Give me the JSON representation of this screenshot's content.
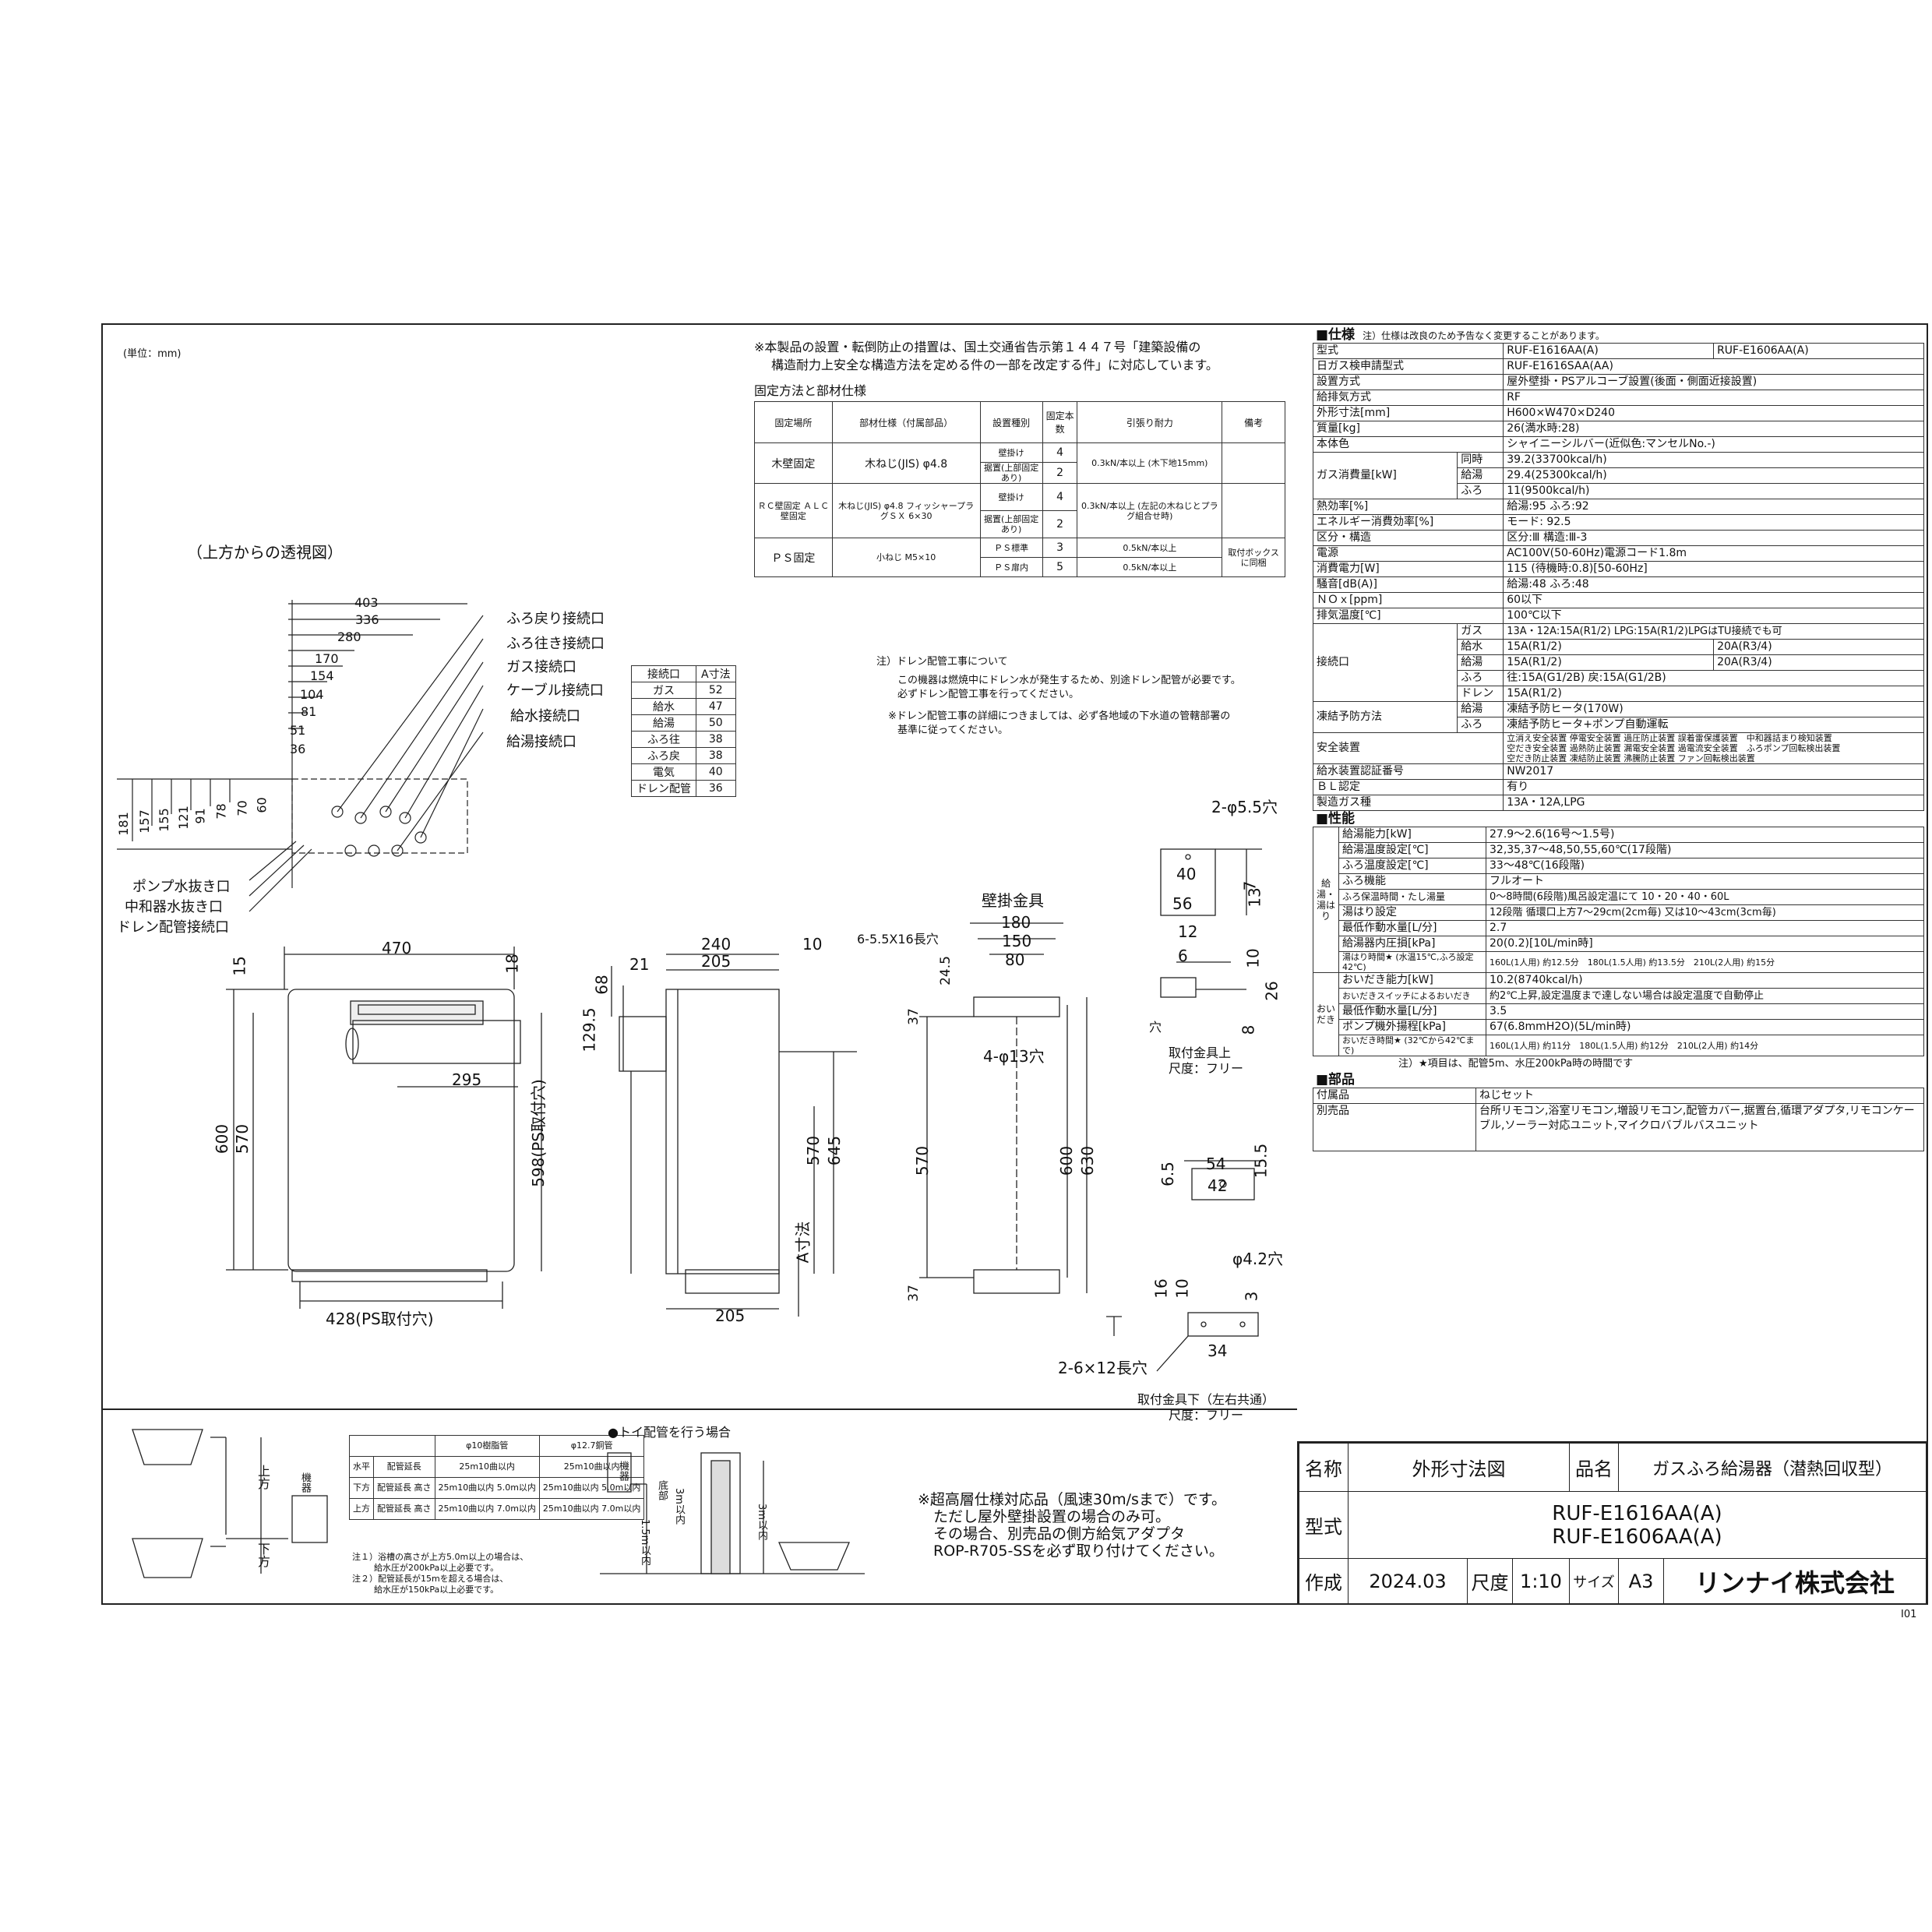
{
  "unit_note": "(単位：mm)",
  "top_view_label": "（上方からの透視図）",
  "notice": [
    "※本製品の設置・転倒防止の措置は、国土交通省告示第１４４７号「建築設備の",
    "構造耐力上安全な構造方法を定める件の一部を改定する件」に対応しています。"
  ],
  "fix_title": "固定方法と部材仕様",
  "fix_table": {
    "headers": [
      "固定場所",
      "部材仕様（付属部品）",
      "設置種別",
      "固定本数",
      "引張り耐力",
      "備考"
    ],
    "rows": [
      {
        "place": "木壁固定",
        "part": "木ねじ(JIS) φ4.8",
        "type1": "壁掛け",
        "n1": "4",
        "type2": "据置(上部固定あり)",
        "n2": "2",
        "str": "0.3kN/本以上 (木下地15mm)",
        "note": ""
      },
      {
        "place": "ＲＣ壁固定 ＡＬＣ壁固定",
        "part": "木ねじ(JIS) φ4.8 フィッシャープラグＳＸ 6×30",
        "type1": "壁掛け",
        "n1": "4",
        "type2": "据置(上部固定あり)",
        "n2": "2",
        "str": "0.3kN/本以上 (左記の木ねじとプラグ組合せ時)",
        "note": ""
      },
      {
        "place": "ＰＳ固定",
        "part": "小ねじ M5×10",
        "type1": "ＰＳ標準",
        "n1": "3",
        "type2": "ＰＳ扉内",
        "n2": "5",
        "str": "0.5kN/本以上",
        "note": "取付ボックスに同梱"
      }
    ]
  },
  "drain_note": [
    "注）ドレン配管工事について",
    "この機器は燃焼中にドレン水が発生するため、別途ドレン配管が必要です。",
    "必ずドレン配管工事を行ってください。",
    "※ドレン配管工事の詳細につきましては、必ず各地域の下水道の管轄部署の",
    "基準に従ってください。"
  ],
  "a_dims": {
    "headers": [
      "接続口",
      "A寸法"
    ],
    "rows": [
      [
        "ガス",
        "52"
      ],
      [
        "給水",
        "47"
      ],
      [
        "給湯",
        "50"
      ],
      [
        "ふろ往",
        "38"
      ],
      [
        "ふろ戻",
        "38"
      ],
      [
        "電気",
        "40"
      ],
      [
        "ドレン配管",
        "36"
      ]
    ]
  },
  "callouts": [
    "ふろ戻り接続口",
    "ふろ往き接続口",
    "ガス接続口",
    "ケーブル接続口",
    "給水接続口",
    "給湯接続口",
    "ポンプ水抜き口",
    "中和器水抜き口",
    "ドレン配管接続口"
  ],
  "top_dims": [
    "403",
    "336",
    "280",
    "170",
    "154",
    "104",
    "81",
    "51",
    "36"
  ],
  "side_dims": [
    "181",
    "157",
    "155",
    "121",
    "91",
    "78",
    "70",
    "60"
  ],
  "front": {
    "w": "470",
    "l": "15",
    "r": "18",
    "h1": "600",
    "h2": "570",
    "ps": "598(PS取付穴)",
    "mid": "295",
    "bottom": "428(PS取付穴)"
  },
  "side": {
    "w1": "240",
    "w2": "205",
    "w3": "10",
    "w4": "21",
    "h1": "68",
    "h2": "129.5",
    "h3": "570",
    "h4": "645",
    "a": "A寸法",
    "b": "205"
  },
  "bracket_title": "壁掛金具",
  "bracket": {
    "slot": "6-5.5X16長穴",
    "d1": "180",
    "d2": "150",
    "d3": "80",
    "d4": "24.5",
    "d5": "37",
    "d6": "4-φ13穴",
    "h1": "570",
    "h2": "600",
    "h3": "630",
    "d7": "37"
  },
  "det_upper": {
    "hole": "2-φ5.5穴",
    "a": "40",
    "b": "56",
    "c": "7",
    "d": "13",
    "e": "12",
    "f": "6",
    "g": "10",
    "h": "26",
    "i": "8",
    "hole2": "穴",
    "cap": "取付金具上",
    "scale": "尺度：フリー"
  },
  "det_mid": {
    "a": "54",
    "b": "42",
    "c": "6.5",
    "d": "15.5",
    "hole": "φ4.2穴"
  },
  "det_lower": {
    "a": "16",
    "b": "10",
    "c": "3",
    "d": "34",
    "hole": "2-6×12長穴",
    "cap": "取付金具下（左右共通）",
    "scale": "尺度：フリー"
  },
  "pipe_table": {
    "headers": [
      "",
      "",
      "φ10樹脂管",
      "φ12.7銅管"
    ],
    "rows": [
      [
        "水平",
        "配管延長",
        "25m10曲以内",
        "25m10曲以内"
      ],
      [
        "下方",
        "配管延長 高さ",
        "25m10曲以内 5.0m以内",
        "25m10曲以内 5.0m以内"
      ],
      [
        "上方",
        "配管延長 高さ",
        "25m10曲以内 7.0m以内",
        "25m10曲以内 7.0m以内"
      ]
    ]
  },
  "pipe_notes": [
    "注１）浴槽の高さが上方5.0m以上の場合は、",
    "給水圧が200kPa以上必要です。",
    "注２）配管延長が15mを超える場合は、",
    "給水圧が150kPa以上必要です。"
  ],
  "bath_labels": {
    "up": "上方",
    "down": "下方",
    "unit": "機器"
  },
  "toy_title": "●トイ配管を行う場合",
  "toy_labels": [
    "機器",
    "底部",
    "1.5m以内",
    "3m以内",
    "3m以内"
  ],
  "high_notes": [
    "※超高層仕様対応品（風速30m/sまで）です。",
    "ただし屋外壁掛設置の場合のみ可。",
    "その場合、別売品の側方給気アダプタ",
    "ROP-R705-SSを必ず取り付けてください。"
  ],
  "title_block": {
    "name_label": "名称",
    "name": "外形寸法図",
    "prod_label": "品名",
    "prod": "ガスふろ給湯器（潜熱回収型）",
    "model_label": "型式",
    "model1": "RUF-E1616AA(A)",
    "model2": "RUF-E1606AA(A)",
    "made_label": "作成",
    "date": "2024.03",
    "scale_label": "尺度",
    "scale": "1:10",
    "size_label": "サイズ",
    "size": "A3",
    "company": "リンナイ株式会社"
  },
  "page_no": "I01",
  "spec": {
    "title": "■仕様",
    "note": "注）仕様は改良のため予告なく変更することがあります。",
    "rows": [
      [
        "型式",
        "RUF-E1616AA(A)",
        "RUF-E1606AA(A)"
      ],
      [
        "日ガス検申請型式",
        "RUF-E1616SAA(AA)",
        ""
      ],
      [
        "設置方式",
        "屋外壁掛・PSアルコーブ設置(後面・側面近接設置)",
        ""
      ],
      [
        "給排気方式",
        "RF",
        ""
      ],
      [
        "外形寸法[mm]",
        "H600×W470×D240",
        ""
      ],
      [
        "質量[kg]",
        "26(満水時:28)",
        ""
      ],
      [
        "本体色",
        "シャイニーシルバー(近似色:マンセルNo.-)",
        ""
      ]
    ],
    "gas": {
      "label": "ガス消費量[kW]",
      "rows": [
        [
          "同時",
          "39.2(33700kcal/h)"
        ],
        [
          "給湯",
          "29.4(25300kcal/h)"
        ],
        [
          "ふろ",
          "11(9500kcal/h)"
        ]
      ]
    },
    "rows2": [
      [
        "熱効率[%]",
        "給湯:95 ふろ:92"
      ],
      [
        "エネルギー消費効率[%]",
        "モード: 92.5"
      ],
      [
        "区分・構造",
        "区分:Ⅲ 構造:Ⅲ-3"
      ],
      [
        "電源",
        "AC100V(50-60Hz)電源コード1.8m"
      ],
      [
        "消費電力[W]",
        "115 (待機時:0.8)[50-60Hz]"
      ],
      [
        "騒音[dB(A)]",
        "給湯:48 ふろ:48"
      ],
      [
        "ＮＯｘ[ppm]",
        "60以下"
      ],
      [
        "排気温度[℃]",
        "100℃以下"
      ]
    ],
    "conn": {
      "label": "接続口",
      "rows": [
        [
          "ガス",
          "13A・12A:15A(R1/2) LPG:15A(R1/2)LPGはTU接続でも可",
          ""
        ],
        [
          "給水",
          "15A(R1/2)",
          "20A(R3/4)"
        ],
        [
          "給湯",
          "15A(R1/2)",
          "20A(R3/4)"
        ],
        [
          "ふろ",
          "往:15A(G1/2B) 戻:15A(G1/2B)",
          ""
        ],
        [
          "ドレン",
          "15A(R1/2)",
          ""
        ]
      ]
    },
    "freeze": {
      "label": "凍結予防方法",
      "rows": [
        [
          "給湯",
          "凍結予防ヒータ(170W)"
        ],
        [
          "ふろ",
          "凍結予防ヒータ+ポンプ自動運転"
        ]
      ]
    },
    "safety": {
      "label": "安全装置",
      "lines": [
        "立消え安全装置 停電安全装置 過圧防止装置 誤着雷保護装置　中和器詰まり検知装置",
        "空だき安全装置 過熱防止装置 漏電安全装置 過電流安全装置　ふろポンプ回転検出装置",
        "空だき防止装置 凍結防止装置 沸騰防止装置 ファン回転検出装置"
      ]
    },
    "rows3": [
      [
        "給水装置認証番号",
        "NW2017"
      ],
      [
        "ＢＬ認定",
        "有り"
      ],
      [
        "製造ガス種",
        "13A・12A,LPG"
      ]
    ],
    "perf_title": "■性能",
    "kyuto_label": "給湯・湯はり",
    "perf": [
      [
        "給湯能力[kW]",
        "27.9～2.6(16号～1.5号)"
      ],
      [
        "給湯温度設定[℃]",
        "32,35,37～48,50,55,60℃(17段階)"
      ],
      [
        "ふろ温度設定[℃]",
        "33～48℃(16段階)"
      ],
      [
        "ふろ機能",
        "フルオート"
      ],
      [
        "ふろ保温時間・たし湯量",
        "0～8時間(6段階)風呂設定温にて 10・20・40・60L"
      ],
      [
        "湯はり設定",
        "12段階 循環口上方7～29cm(2cm毎) 又は10～43cm(3cm毎)"
      ],
      [
        "最低作動水量[L/分]",
        "2.7"
      ],
      [
        "給湯器内圧損[kPa]",
        "20(0.2)[10L/min時]"
      ],
      [
        "湯はり時間★ (水温15℃,ふろ設定42℃)",
        "160L(1人用) 約12.5分　180L(1.5人用) 約13.5分　210L(2人用) 約15分"
      ]
    ],
    "oidaki_label": "おいだき",
    "oidaki": [
      [
        "おいだき能力[kW]",
        "10.2(8740kcal/h)"
      ],
      [
        "おいだきスイッチによるおいだき",
        "約2℃上昇,設定温度まで達しない場合は設定温度で自動停止"
      ],
      [
        "最低作動水量[L/分]",
        "3.5"
      ],
      [
        "ポンプ機外揚程[kPa]",
        "67(6.8mmH2O)(5L/min時)"
      ],
      [
        "おいだき時間★ (32℃から42℃まで)",
        "160L(1人用) 約11分　180L(1.5人用) 約12分　210L(2人用) 約14分"
      ]
    ],
    "perf_note": "注）★項目は、配管5m、水圧200kPa時の時間です",
    "parts_title": "■部品",
    "parts": [
      [
        "付属品",
        "ねじセット"
      ],
      [
        "別売品",
        "台所リモコン,浴室リモコン,増設リモコン,配管カバー,据置台,循環アダプタ,リモコンケーブル,ソーラー対応ユニット,マイクロバブルバスユニット"
      ]
    ]
  }
}
